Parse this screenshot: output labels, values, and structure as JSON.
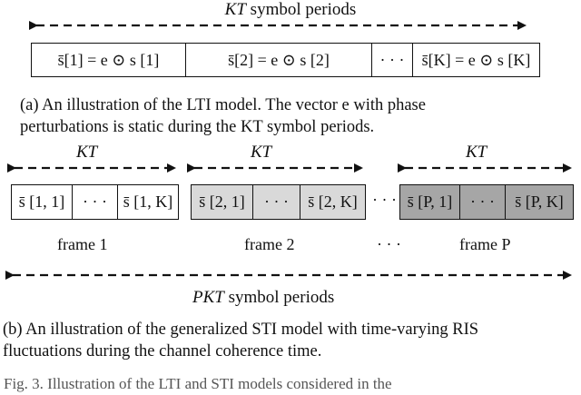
{
  "part_a": {
    "span_label_italic": "KT",
    "span_label_rest": " symbol periods",
    "cells": [
      "s̄[1] = e ⊙ s [1]",
      "s̄[2] = e ⊙ s [2]",
      "· · ·",
      "s̄[K] = e ⊙ s [K]"
    ],
    "caption_line1": "(a) An illustration of the LTI model. The vector e with phase",
    "caption_line2": "perturbations is static during the KT symbol periods."
  },
  "part_b": {
    "frames": [
      {
        "span_label": "KT",
        "cells": [
          "s̄ [1, 1]",
          "· · ·",
          "s̄ [1, K]"
        ],
        "label": "frame 1",
        "fill": "#ffffff"
      },
      {
        "span_label": "KT",
        "cells": [
          "s̄ [2, 1]",
          "· · ·",
          "s̄ [2, K]"
        ],
        "label": "frame 2",
        "fill": "#d9d9d9"
      },
      {
        "span_label": "KT",
        "cells": [
          "s̄ [P, 1]",
          "· · ·",
          "s̄ [P, K]"
        ],
        "label": "frame P",
        "fill": "#a6a6a6"
      }
    ],
    "between_dots": "· · ·",
    "between_label_dots": "· · ·",
    "total_label_italic": "PKT",
    "total_label_rest": " symbol periods",
    "caption_line1": "(b) An illustration of the generalized STI model with time-varying RIS",
    "caption_line2": "fluctuations during the channel coherence time."
  },
  "figure_caption": "Fig. 3. Illustration of the LTI and STI models considered in the"
}
